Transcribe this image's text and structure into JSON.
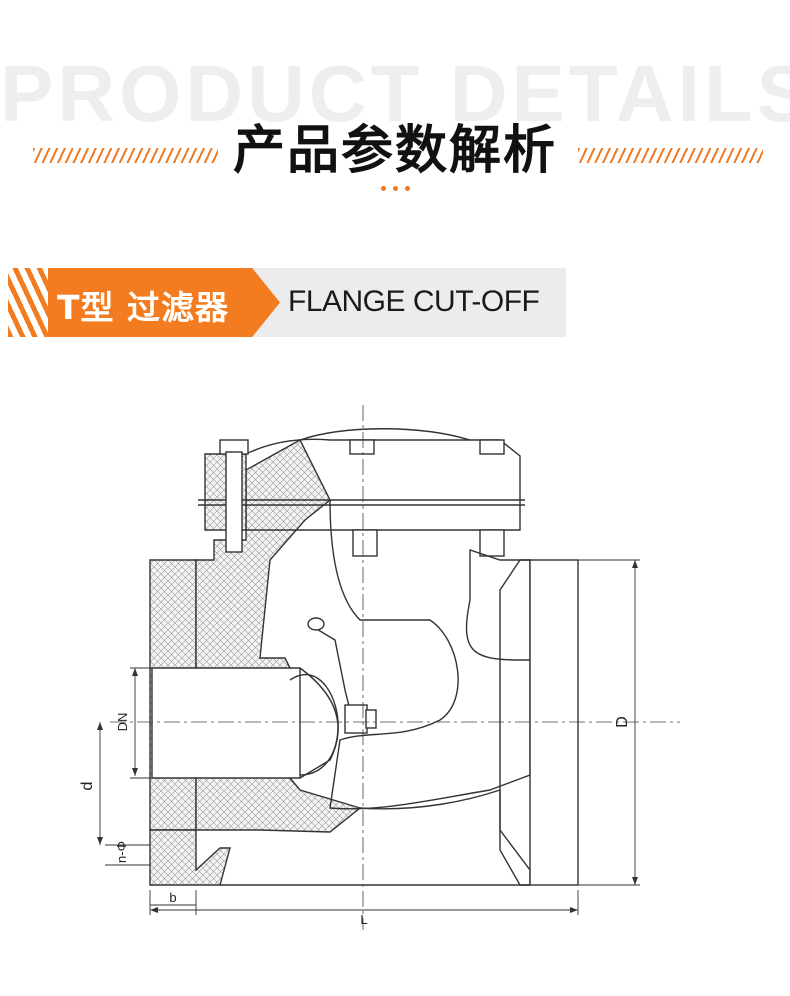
{
  "header": {
    "bg_text": "PRODUCT DETAILS",
    "title": "产品参数解析"
  },
  "banner": {
    "cn_label": "T型 过滤器",
    "en_label": "FLANGE CUT-OFF"
  },
  "diagram": {
    "labels": {
      "dn": "DN",
      "d_big": "D",
      "d_small": "d",
      "n_phi": "n-Φ",
      "b": "b",
      "L": "L"
    }
  },
  "colors": {
    "accent": "#f47c20",
    "banner_gray": "#ececec",
    "line": "#333333"
  }
}
